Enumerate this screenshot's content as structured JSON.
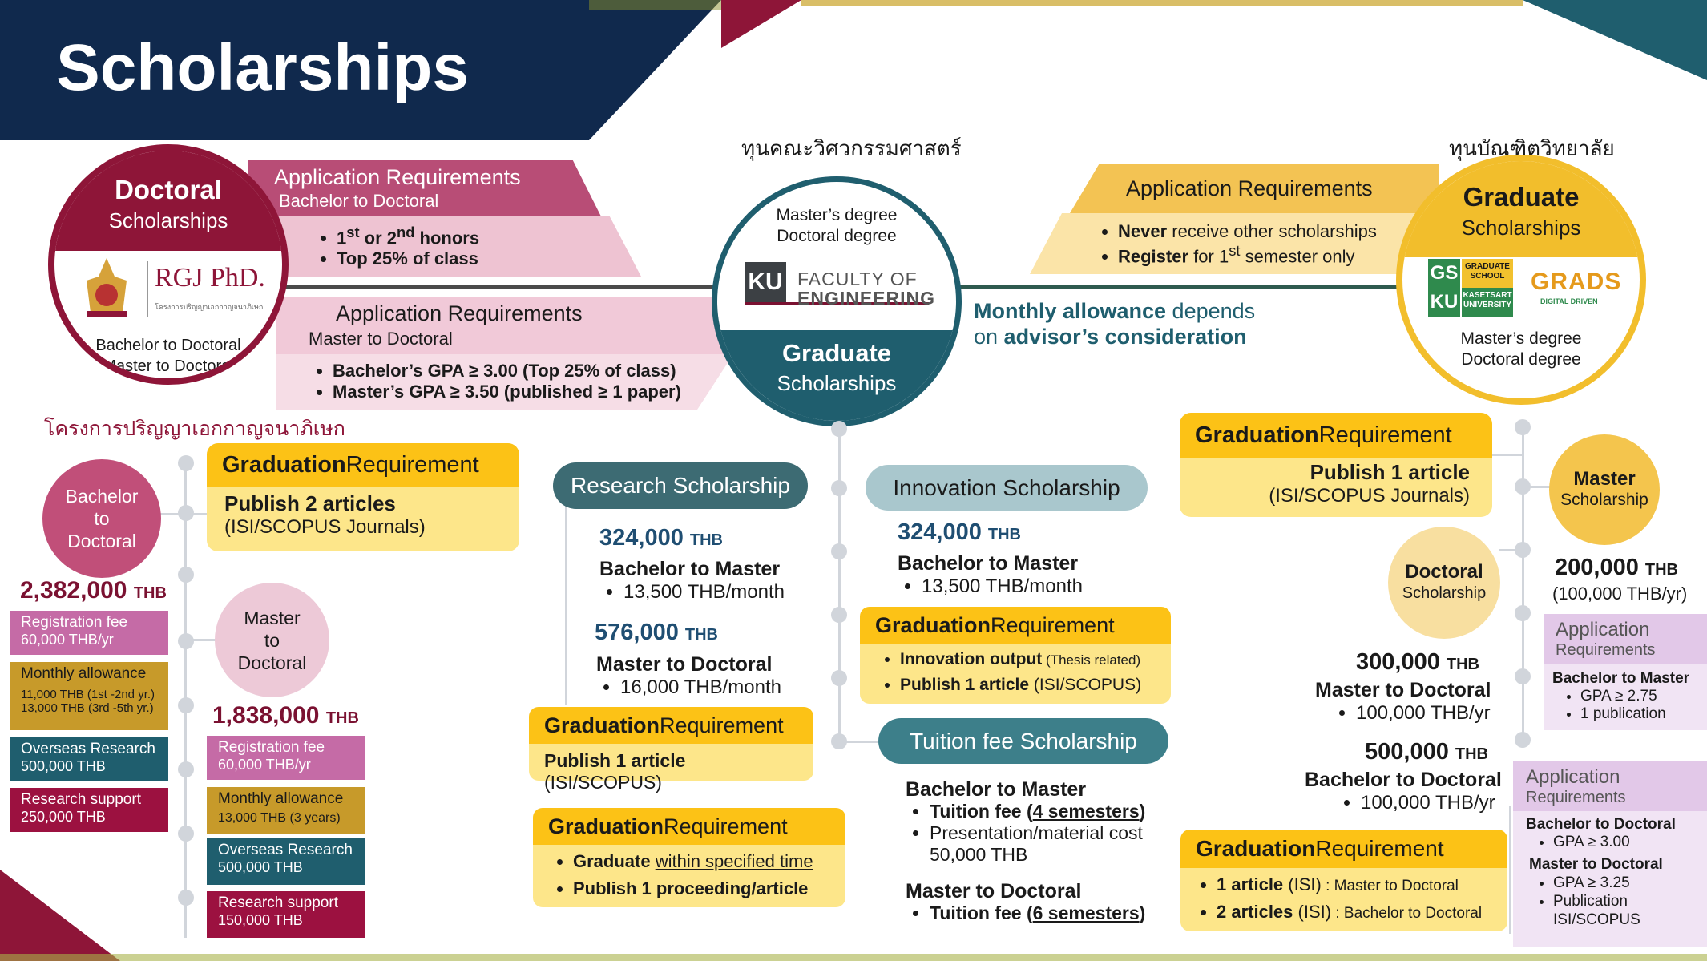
{
  "title": "Scholarships",
  "colors": {
    "navy": "#10294d",
    "maroon": "#8e1538",
    "teal": "#1f5e6e",
    "gold": "#fcc216",
    "pink_light": "#f6dbe3",
    "lavender": "#f1e4f4"
  },
  "faculty": {
    "thai_label": "ทุนคณะวิศวกรรมศาสตร์",
    "degree1": "Master’s degree",
    "degree2": "Doctoral degree",
    "logo_ku": "KU",
    "logo_line1": "FACULTY OF",
    "logo_line2": "ENGINEERING",
    "title": "Graduate",
    "subtitle": "Scholarships"
  },
  "doctoral": {
    "title": "Doctoral",
    "subtitle": "Scholarships",
    "logo_text": "RGJ PhD.",
    "logo_sub": "โครงการปริญญาเอกกาญจนาภิเษก",
    "route1": "Bachelor to Doctoral",
    "route2": "Master to Doctoral",
    "thai_program": "โครงการปริญญาเอกกาญจนาภิเษก",
    "req1": {
      "title": "Application Requirements",
      "subtitle": "Bachelor to Doctoral",
      "item1_a": "1",
      "item1_sup1": "st",
      "item1_b": " or 2",
      "item1_sup2": "nd",
      "item1_c": " honors",
      "item2": "Top 25% of class"
    },
    "req2": {
      "title": "Application Requirements",
      "subtitle": "Master to Doctoral",
      "item1": "Bachelor’s GPA  ≥ 3.00 (Top 25% of class)",
      "item2": "Master’s GPA ≥ 3.50 (published ≥ 1 paper)"
    },
    "graduation": {
      "head_b": "Graduation",
      "head_r": " Requirement",
      "line1": "Publish 2 articles",
      "line2": "(ISI/SCOPUS Journals)"
    },
    "b2d": {
      "circle_l1": "Bachelor",
      "circle_l2": "to",
      "circle_l3": "Doctoral",
      "amount": "2,382,000",
      "unit": "THB",
      "fees": [
        {
          "t": "Registration fee",
          "v": "60,000 THB/yr",
          "color": "#c56ba6"
        },
        {
          "t": "Monthly allowance",
          "v": "11,000 THB (1st -2nd yr.)",
          "v2": "13,000 THB (3rd -5th yr.)",
          "color": "#c79a2a"
        },
        {
          "t": "Overseas Research",
          "v": "500,000 THB",
          "color": "#1f5e6e"
        },
        {
          "t": "Research support",
          "v": "250,000 THB",
          "color": "#9c1140"
        }
      ]
    },
    "m2d": {
      "circle_l1": "Master",
      "circle_l2": "to",
      "circle_l3": "Doctoral",
      "amount": "1,838,000",
      "unit": "THB",
      "fees": [
        {
          "t": "Registration fee",
          "v": "60,000 THB/yr",
          "color": "#c56ba6"
        },
        {
          "t": "Monthly allowance",
          "v": "13,000 THB (3 years)",
          "color": "#c79a2a"
        },
        {
          "t": "Overseas Research",
          "v": "500,000 THB",
          "color": "#1f5e6e"
        },
        {
          "t": "Research support",
          "v": "150,000 THB",
          "color": "#9c1140"
        }
      ]
    }
  },
  "research": {
    "pill": "Research Scholarship",
    "a1": "324,000",
    "u1": "THB",
    "r1": "Bachelor to Master",
    "m1": "13,500 THB/month",
    "a2": "576,000",
    "u2": "THB",
    "r2": "Master to Doctoral",
    "m2": "16,000 THB/month",
    "grad": {
      "head_b": "Graduation",
      "head_r": " Requirement",
      "line1_b": "Publish 1 article",
      "line1_r": " (ISI/SCOPUS)"
    }
  },
  "innovation": {
    "pill": "Innovation Scholarship",
    "a1": "324,000",
    "u1": "THB",
    "r1": "Bachelor to Master",
    "m1": "13,500 THB/month",
    "grad": {
      "head_b": "Graduation",
      "head_r": " Requirement",
      "i1_b": "Innovation output",
      "i1_r": " (Thesis related)",
      "i2_b": "Publish 1 article",
      "i2_r": " (ISI/SCOPUS)"
    }
  },
  "shared_grad": {
    "head_b": "Graduation",
    "head_r": " Requirement",
    "i1_a": "Graduate ",
    "i1_u": "within specified time",
    "i2": "Publish 1 proceeding/article"
  },
  "tuition": {
    "pill": "Tuition fee Scholarship",
    "r1": "Bachelor to Master",
    "i1_a": "Tuition fee (",
    "i1_u": "4 semesters",
    "i1_c": ")",
    "i2_a": "Presentation/material cost",
    "i2_b": "50,000 THB",
    "r2": "Master to Doctoral",
    "i3_a": "Tuition fee (",
    "i3_u": "6 semesters",
    "i3_c": ")"
  },
  "monthly_note": {
    "b1": "Monthly allowance",
    "r1": " depends",
    "r2": "on ",
    "b2": "advisor’s consideration"
  },
  "graduate_school": {
    "thai_label": "ทุนบัณฑิตวิทยาลัย",
    "title": "Graduate",
    "subtitle": "Scholarships",
    "logo_gs": "GS",
    "logo_ku": "KU",
    "logo_gs_t1": "GRADUATE",
    "logo_gs_t2": "SCHOOL",
    "logo_gs_t3": "KASETSART",
    "logo_gs_t4": "UNIVERSITY",
    "logo_grads": "GRADS",
    "logo_grads_sub": "DIGITAL DRIVEN",
    "degree1": "Master’s degree",
    "degree2": "Doctoral degree",
    "req": {
      "title": "Application Requirements",
      "i1_b": "Never",
      "i1_r": " receive other scholarships",
      "i2_b": "Register",
      "i2_r": " for 1",
      "i2_sup": "st",
      "i2_c": " semester only"
    },
    "grad_master": {
      "head_b": "Graduation",
      "head_r": " Requirement",
      "line1": "Publish 1 article",
      "line2": "(ISI/SCOPUS Journals)"
    },
    "master_circle": {
      "l1": "Master",
      "l2": "Scholarship"
    },
    "master_amount": "200,000",
    "master_unit": "THB",
    "master_per": "(100,000 THB/yr)",
    "master_app": {
      "t1": "Application",
      "t2": "Requirements",
      "route": "Bachelor to Master",
      "i1": "GPA ≥ 2.75",
      "i2": "1 publication"
    },
    "doctoral_circle": {
      "l1": "Doctoral",
      "l2": "Scholarship"
    },
    "d1_amount": "300,000",
    "d1_unit": "THB",
    "d1_route": "Master to Doctoral",
    "d1_per": "100,000 THB/yr",
    "d2_amount": "500,000",
    "d2_unit": "THB",
    "d2_route": "Bachelor to Doctoral",
    "d2_per": "100,000 THB/yr",
    "doc_app": {
      "t1": "Application",
      "t2": "Requirements",
      "route1": "Bachelor to Doctoral",
      "i1": "GPA ≥ 3.00",
      "route2": "Master to Doctoral",
      "i2": "GPA ≥ 3.25",
      "i3": "Publication",
      "i4": "ISI/SCOPUS"
    },
    "grad_doc": {
      "head_b": "Graduation",
      "head_r": " Requirement",
      "i1_b": "1 article",
      "i1_r": " (ISI)",
      "i1_s": " : Master to Doctoral",
      "i2_b": "2 articles",
      "i2_r": " (ISI)",
      "i2_s": " : Bachelor to Doctoral"
    }
  }
}
